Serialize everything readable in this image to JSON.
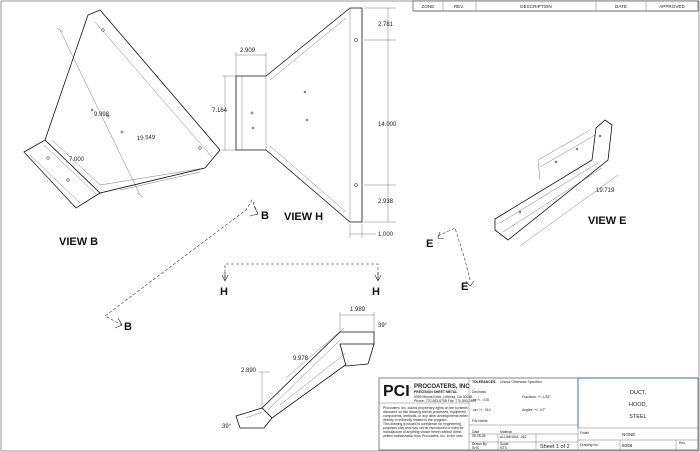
{
  "revision_block": {
    "headers": [
      "ZONE",
      "REV.",
      "DESCRIPTION",
      "DATE",
      "APPROVED"
    ]
  },
  "views": {
    "view_b": "VIEW B",
    "view_h": "VIEW H",
    "view_e": "VIEW E"
  },
  "section_marks": {
    "b": "B",
    "h": "H",
    "e": "E"
  },
  "dimensions": {
    "b_diag_long": "19.549",
    "b_diag_mid": "9.998",
    "b_width": "7.000",
    "h_top_w": "2.909",
    "h_left_h": "7.164",
    "h_right_h": "14.000",
    "h_top_r": "2.781",
    "h_bot_r": "2.938",
    "h_bot_w": "1.000",
    "e_len": "19.719",
    "bot_len": "9.978",
    "bot_top": "1.989",
    "bot_h": "2.890",
    "bot_ang_r": "39°",
    "bot_ang_l": "39°"
  },
  "title_block": {
    "company": "PROCOATERS, INC",
    "subtitle": "PRECISION SHEET METAL",
    "address": "5059 Minola Drive, Lithonia, GA 30038",
    "phone": "Phone: 770-593-6758 Fax: 770-593-2697",
    "disclaimer_1": "Procoaters, Inc. claims proprietary rights on the contents",
    "disclaimer_2": "disclosed on this drawing and all processes, equipment,",
    "disclaimer_3": "components, methods, or any other developments either",
    "disclaimer_4": "directly or indirectly related to the program.",
    "disclaimer_5": "This drawing is issued in confidence for engineering",
    "disclaimer_6": "purposes only and may not be reproduced or used for",
    "disclaimer_7": "manufacture of anything shown herein without direct",
    "disclaimer_8": "written authorization from Procoaters, Inc. to the user.",
    "tolerances_label": "TOLERANCES:",
    "tolerances_note": "Unless Otherwise Specified",
    "decimals_label": "Decimals:",
    "dec_1": ".xx +/- .015",
    "dec_2": ".xxx +/- .010",
    "fractions": "Fractions: +/- 1/32\"",
    "angles": "Angles: +/- 1/2°",
    "file_name_label": "File Name",
    "date_label": "Date",
    "date_value": "09-08-08",
    "drawn_by_label": "Drawn By",
    "drawn_by_value": "SHS",
    "material_label": "Material",
    "material_value": "ALUMINUM, .062",
    "scale_label": "Scale",
    "scale_value": "NTS",
    "sheet": "Sheet 1 of 2",
    "part_title_1": "DUCT,",
    "part_title_2": "HOOD,",
    "part_title_3": "STEEL",
    "finish_label": "Finish",
    "finish_value": "NONE",
    "drawing_no_label": "Drawing No.",
    "drawing_no_value": "5068",
    "rev_label": "Rev."
  }
}
